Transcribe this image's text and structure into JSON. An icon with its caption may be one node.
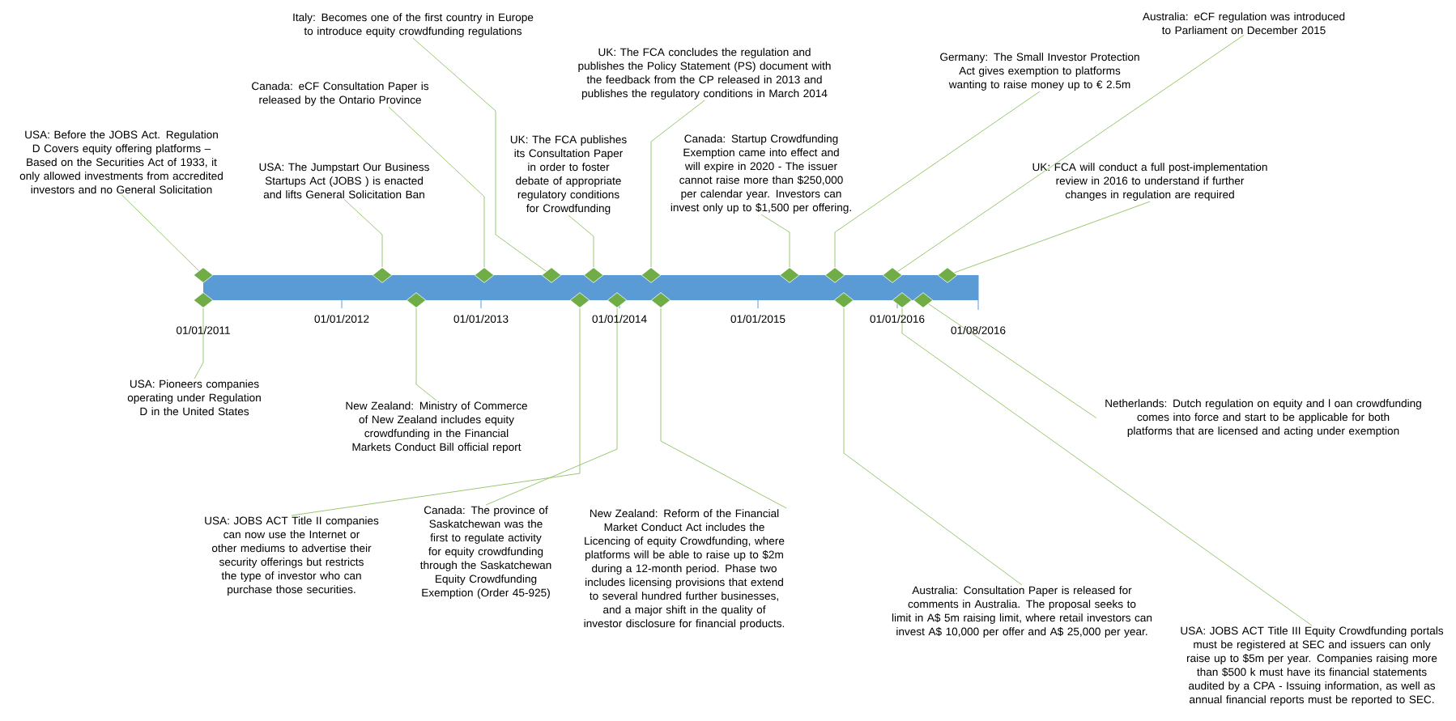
{
  "diagram": {
    "nodes": [
      {
        "text": [
          "USA: Before the JOBS Act. Regulation D Covers equity offering platforms – Based on the Securities Act of 1933, it only allowed investments from accredited investors and no General Solicitation"
        ]
      },
      {
        "text": [
          "USA: The Jumpstart Our Business Startups Act (JOBS ) is enacted and lifts General Solicitation Ban"
        ]
      },
      {
        "text": [
          "Canada: eCF Consultation Paper is released by the Ontario Province"
        ]
      },
      {
        "text": [
          "Italy: Becomes one of the first country in Europe to introduce equity crowdfunding regulations"
        ]
      },
      {
        "text": [
          "UK: The FCA publishes its Consultation Paper in order to foster debate of appropriate regulatory conditions for Crowdfunding"
        ]
      },
      {
        "text": [
          "UK: The FCA concludes the regulation and publishes the Policy Statement (PS) document with the feedback from the CP released in 2013 and publishes the regulatory conditions in March 2014"
        ]
      },
      {
        "text": [
          "Canada: Startup Crowdfunding Exemption came into effect and will expire in 2020 - The issuer cannot raise more than $250,000 per calendar year. Investors can invest only up to $1,500 per offering."
        ]
      },
      {
        "text": [
          "Germany: The Small Investor Protection Act gives exemption to platforms wanting to raise money up to € 2.5m"
        ]
      },
      {
        "text": [
          "Australia: eCF regulation was introduced to Parliament on December 2015"
        ]
      },
      {
        "text": [
          "UK: FCA will conduct a full post-implementation review in 2016 to understand if further changes in regulation are required"
        ]
      },
      {
        "text": [
          "USA: Pioneers companies operating under Regulation D in the United States"
        ]
      },
      {
        "text": [
          "New Zealand: Ministry of Commerce of New Zealand includes equity crowdfunding in the Financial Markets Conduct Bill official report"
        ]
      },
      {
        "text": [
          "USA: JOBS ACT Title II companies can now use the Internet or other mediums to advertise their security offerings but restricts the type of investor who can purchase those securities."
        ]
      },
      {
        "text": [
          "Canada: The province of Saskatchewan was the first to regulate activity for equity crowdfunding through the Saskatchewan Equity Crowdfunding Exemption (Order 45-925)"
        ]
      },
      {
        "text": [
          "New Zealand: Reform of the Financial Market Conduct Act includes the Licencing of equity Crowdfunding, where platforms will be able to raise up to $2m during a 12-month period. Phase two includes licensing provisions that extend to several hundred further businesses, and a major shift in the quality of investor disclosure for financial products."
        ]
      },
      {
        "text": [
          "Australia: Consultation Paper is released for comments in Australia. The proposal seeks to limit in A$ 5m raising limit, where retail investors can invest A$ 10,000 per offer and A$ 25,000 per year."
        ]
      },
      {
        "text": [
          "Netherlands: Dutch regulation on equity and l oan crowdfunding comes into force and start to be applicable for both platforms that are licensed and acting under exemption"
        ]
      },
      {
        "text": [
          "USA: JOBS ACT Title III Equity Crowdfunding portals must be registered at SEC and issuers can only raise up to $5m per year. Companies raising more than $500 k must have its financial statements audited by a CPA - Issuing information, as well as annual financial reports must be reported to SEC."
        ]
      },
      {
        "text": [],
        "shape": "diamond"
      },
      {
        "text": [],
        "shape": "diamond"
      },
      {
        "text": [],
        "shape": "diamond"
      },
      {
        "text": [],
        "shape": "diamond"
      },
      {
        "text": [],
        "shape": "diamond"
      },
      {
        "text": [],
        "shape": "diamond"
      },
      {
        "text": [],
        "shape": "diamond"
      },
      {
        "text": [],
        "shape": "diamond"
      },
      {
        "text": [],
        "shape": "diamond"
      },
      {
        "text": [],
        "shape": "diamond"
      },
      {
        "text": [],
        "shape": "diamond"
      },
      {
        "text": [],
        "shape": "diamond"
      },
      {
        "text": [],
        "shape": "diamond"
      },
      {
        "text": [],
        "shape": "diamond"
      },
      {
        "text": [],
        "shape": "diamond"
      },
      {
        "text": [],
        "shape": "diamond"
      },
      {
        "text": [],
        "shape": "diamond"
      },
      {
        "text": [],
        "shape": "diamond"
      }
    ],
    "edges": [
      {
        "from": 0,
        "to": 18,
        "arrow": "none"
      },
      {
        "from": 1,
        "to": 19,
        "arrow": "none"
      },
      {
        "from": 2,
        "to": 20,
        "arrow": "none"
      },
      {
        "from": 3,
        "to": 21,
        "arrow": "none"
      },
      {
        "from": 4,
        "to": 22,
        "arrow": "none"
      },
      {
        "from": 5,
        "to": 23,
        "arrow": "none"
      },
      {
        "from": 6,
        "to": 24,
        "arrow": "none"
      },
      {
        "from": 7,
        "to": 25,
        "arrow": "none"
      },
      {
        "from": 8,
        "to": 26,
        "arrow": "none"
      },
      {
        "from": 9,
        "to": 27,
        "arrow": "none"
      },
      {
        "from": 10,
        "to": 28,
        "arrow": "none"
      },
      {
        "from": 11,
        "to": 29,
        "arrow": "none"
      },
      {
        "from": 12,
        "to": 30,
        "arrow": "none"
      },
      {
        "from": 13,
        "to": 31,
        "arrow": "none"
      },
      {
        "from": 14,
        "to": 32,
        "arrow": "none"
      },
      {
        "from": 15,
        "to": 33,
        "arrow": "none"
      },
      {
        "from": 16,
        "to": 35,
        "arrow": "none"
      },
      {
        "from": 17,
        "to": 34,
        "arrow": "none"
      }
    ],
    "labels": [
      "01/01/2011",
      "01/01/2012",
      "01/01/2013",
      "01/01/2014",
      "01/01/2015",
      "01/01/2016",
      "01/08/2016"
    ]
  }
}
